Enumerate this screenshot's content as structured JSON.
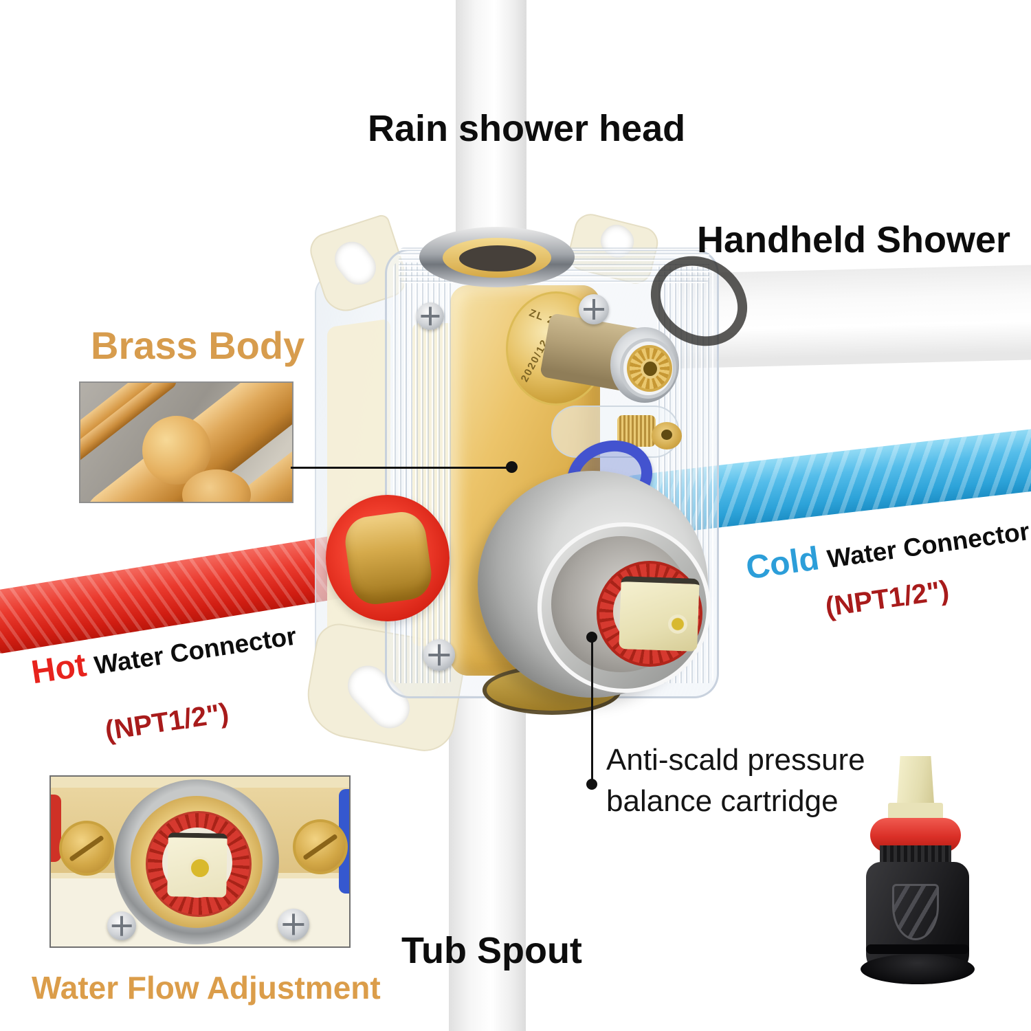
{
  "labels": {
    "rain": "Rain shower head",
    "handheld": "Handheld Shower",
    "brass_body": "Brass Body",
    "tub_spout": "Tub Spout",
    "water_flow": "Water Flow Adjustment",
    "anti_scald_1": "Anti-scald pressure",
    "anti_scald_2": "balance cartridge",
    "hot_word": "Hot",
    "hot_rest": "Water Connector",
    "hot_npt": "(NPT1/2\")",
    "cold_word": "Cold",
    "cold_rest": "Water Connector",
    "cold_npt": "(NPT1/2\")"
  },
  "stamps": {
    "line1": "ZL 20192",
    "line2": "2020/12"
  },
  "colors": {
    "brass_label_gold": "#D79C4D",
    "hot_red": "#E7231D",
    "cold_blue": "#2C9ED9",
    "npt_dark_red": "#A81B1B",
    "text_black": "#0D0D0D",
    "hot_pipe_red": "#E02A1F",
    "cold_pipe_blue": "#3FB0E4",
    "brass_gold": "#E3BC62",
    "blue_port_ring": "#4353CF",
    "cartridge_red_ring": "#D6392F"
  }
}
